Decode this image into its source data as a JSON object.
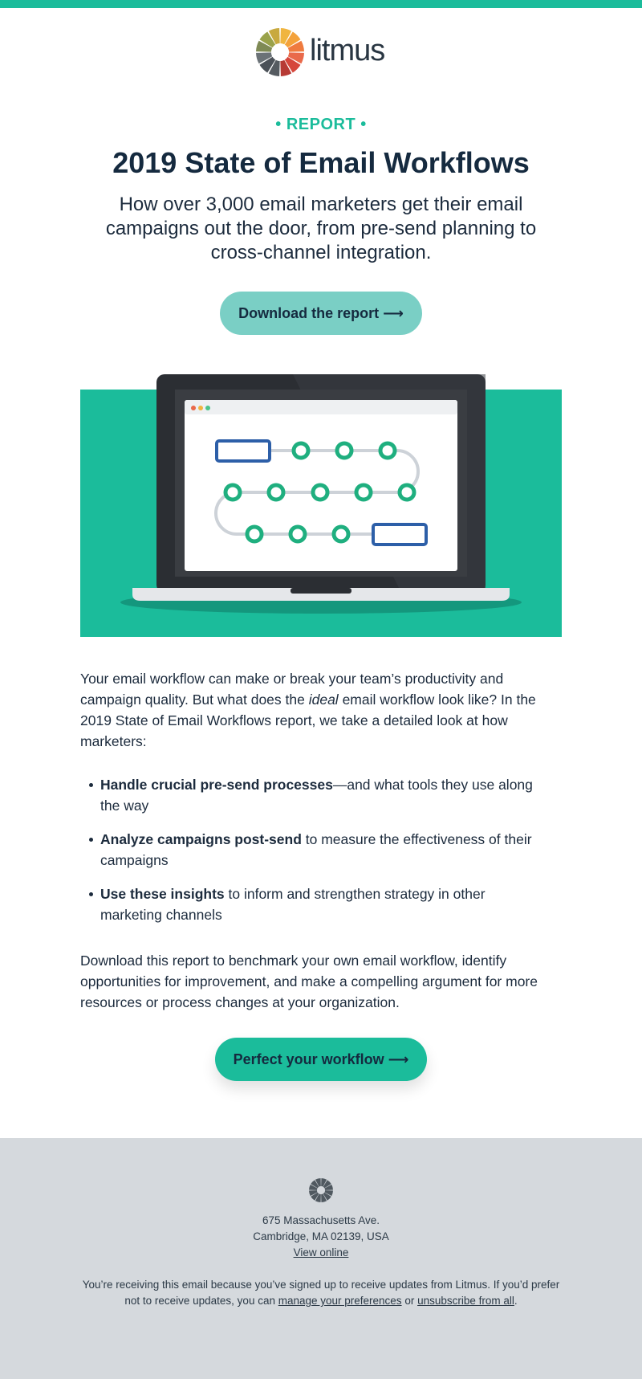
{
  "brand": {
    "name": "litmus",
    "accent": "#1bbc9b",
    "button_light": "#7acfc5",
    "footer_bg": "#d5d9dd"
  },
  "header": {
    "eyebrow": "• REPORT •",
    "title": "2019 State of Email Workflows",
    "subtitle": "How over 3,000 email marketers get their email campaigns out the door, from pre-send planning to cross-channel integration.",
    "cta_primary": "Download the report ⟶"
  },
  "hero": {
    "image": "laptop-workflow-illustration"
  },
  "body": {
    "intro_part1": "Your email workflow can make or break your team’s productivity and campaign quality. But what does the ",
    "intro_em": "ideal",
    "intro_part2": " email workflow look like? In the 2019 State of Email Workflows report, we take a detailed look at how marketers:",
    "bullets": [
      {
        "bold": "Handle crucial pre-send processes",
        "rest": "—and what tools they use along the way"
      },
      {
        "bold": "Analyze campaigns post-send",
        "rest": " to measure the effectiveness of their campaigns"
      },
      {
        "bold": "Use these insights",
        "rest": " to inform and strengthen strategy in other marketing channels"
      }
    ],
    "closing": "Download this report to benchmark your own email workflow, identify opportunities for improvement, and make a compelling argument for more resources or process changes at your organization.",
    "cta_secondary": "Perfect your workflow ⟶"
  },
  "footer": {
    "address_line1": "675 Massachusetts Ave.",
    "address_line2": "Cambridge, MA 02139, USA",
    "view_online": "View online",
    "legal_part1": "You’re receiving this email because you’ve signed up to receive updates from Litmus. If you’d prefer not to receive updates, you can ",
    "manage_link": "manage your preferences",
    "legal_or": " or ",
    "unsubscribe_link": "unsubscribe from all",
    "legal_end": "."
  }
}
